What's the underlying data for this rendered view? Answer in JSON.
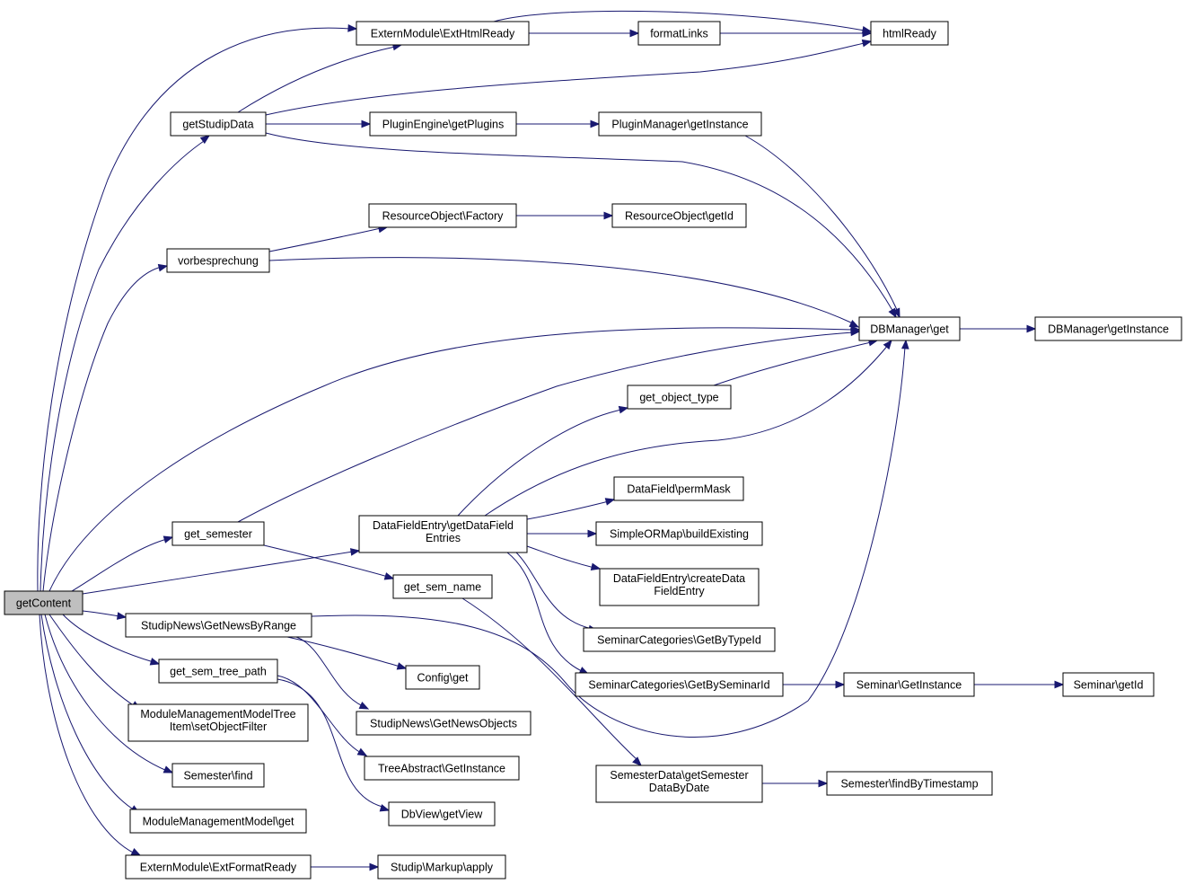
{
  "diagram": {
    "root": "getContent",
    "nodes": {
      "getContent": [
        "getContent"
      ],
      "ExternModuleExtHtmlReady": [
        "ExternModule\\ExtHtmlReady"
      ],
      "formatLinks": [
        "formatLinks"
      ],
      "htmlReady": [
        "htmlReady"
      ],
      "getStudipData": [
        "getStudipData"
      ],
      "PluginEngineGetPlugins": [
        "PluginEngine\\getPlugins"
      ],
      "PluginManagerGetInstance": [
        "PluginManager\\getInstance"
      ],
      "ResourceObjectFactory": [
        "ResourceObject\\Factory"
      ],
      "ResourceObjectGetId": [
        "ResourceObject\\getId"
      ],
      "vorbesprechung": [
        "vorbesprechung"
      ],
      "DBManagerGet": [
        "DBManager\\get"
      ],
      "DBManagerGetInstance": [
        "DBManager\\getInstance"
      ],
      "getObjectType": [
        "get_object_type"
      ],
      "DataFieldPermMask": [
        "DataField\\permMask"
      ],
      "DataFieldEntryGetDataFieldEntries": [
        "DataFieldEntry\\getDataField",
        "Entries"
      ],
      "SimpleORMapBuildExisting": [
        "SimpleORMap\\buildExisting"
      ],
      "getSemester": [
        "get_semester"
      ],
      "DataFieldEntryCreateDataFieldEntry": [
        "DataFieldEntry\\createData",
        "FieldEntry"
      ],
      "getSemName": [
        "get_sem_name"
      ],
      "StudipNewsGetNewsByRange": [
        "StudipNews\\GetNewsByRange"
      ],
      "SeminarCategoriesGetByTypeId": [
        "SeminarCategories\\GetByTypeId"
      ],
      "getSemTreePath": [
        "get_sem_tree_path"
      ],
      "ConfigGet": [
        "Config\\get"
      ],
      "SeminarCategoriesGetBySeminarId": [
        "SeminarCategories\\GetBySeminarId"
      ],
      "SeminarGetInstance": [
        "Seminar\\GetInstance"
      ],
      "SeminarGetId": [
        "Seminar\\getId"
      ],
      "ModuleManagementModelTreeItemSetObjectFilter": [
        "ModuleManagementModelTree",
        "Item\\setObjectFilter"
      ],
      "StudipNewsGetNewsObjects": [
        "StudipNews\\GetNewsObjects"
      ],
      "TreeAbstractGetInstance": [
        "TreeAbstract\\GetInstance"
      ],
      "SemesterDataGetSemesterDataByDate": [
        "SemesterData\\getSemester",
        "DataByDate"
      ],
      "SemesterFindByTimestamp": [
        "Semester\\findByTimestamp"
      ],
      "SemesterFind": [
        "Semester\\find"
      ],
      "DbViewGetView": [
        "DbView\\getView"
      ],
      "ModuleManagementModelGet": [
        "ModuleManagementModel\\get"
      ],
      "ExternModuleExtFormatReady": [
        "ExternModule\\ExtFormatReady"
      ],
      "StudipMarkupApply": [
        "Studip\\Markup\\apply"
      ]
    },
    "edges": [
      [
        "getContent",
        "ExternModuleExtHtmlReady"
      ],
      [
        "getContent",
        "getStudipData"
      ],
      [
        "getContent",
        "vorbesprechung"
      ],
      [
        "getContent",
        "DBManagerGet"
      ],
      [
        "getContent",
        "getSemester"
      ],
      [
        "getContent",
        "DataFieldEntryGetDataFieldEntries"
      ],
      [
        "getContent",
        "StudipNewsGetNewsByRange"
      ],
      [
        "getContent",
        "getSemTreePath"
      ],
      [
        "getContent",
        "ModuleManagementModelTreeItemSetObjectFilter"
      ],
      [
        "getContent",
        "SemesterFind"
      ],
      [
        "getContent",
        "ModuleManagementModelGet"
      ],
      [
        "getContent",
        "ExternModuleExtFormatReady"
      ],
      [
        "ExternModuleExtHtmlReady",
        "formatLinks"
      ],
      [
        "ExternModuleExtHtmlReady",
        "htmlReady"
      ],
      [
        "formatLinks",
        "htmlReady"
      ],
      [
        "getStudipData",
        "ExternModuleExtHtmlReady"
      ],
      [
        "getStudipData",
        "htmlReady"
      ],
      [
        "getStudipData",
        "PluginEngineGetPlugins"
      ],
      [
        "getStudipData",
        "DBManagerGet"
      ],
      [
        "PluginEngineGetPlugins",
        "PluginManagerGetInstance"
      ],
      [
        "PluginManagerGetInstance",
        "DBManagerGet"
      ],
      [
        "vorbesprechung",
        "ResourceObjectFactory"
      ],
      [
        "vorbesprechung",
        "DBManagerGet"
      ],
      [
        "ResourceObjectFactory",
        "ResourceObjectGetId"
      ],
      [
        "DBManagerGet",
        "DBManagerGetInstance"
      ],
      [
        "getSemester",
        "DBManagerGet"
      ],
      [
        "getSemester",
        "getSemName"
      ],
      [
        "getObjectType",
        "DBManagerGet"
      ],
      [
        "DataFieldEntryGetDataFieldEntries",
        "getObjectType"
      ],
      [
        "DataFieldEntryGetDataFieldEntries",
        "DBManagerGet"
      ],
      [
        "DataFieldEntryGetDataFieldEntries",
        "DataFieldPermMask"
      ],
      [
        "DataFieldEntryGetDataFieldEntries",
        "SimpleORMapBuildExisting"
      ],
      [
        "DataFieldEntryGetDataFieldEntries",
        "DataFieldEntryCreateDataFieldEntry"
      ],
      [
        "DataFieldEntryGetDataFieldEntries",
        "SeminarCategoriesGetByTypeId"
      ],
      [
        "DataFieldEntryGetDataFieldEntries",
        "SeminarCategoriesGetBySeminarId"
      ],
      [
        "getSemName",
        "SemesterDataGetSemesterDataByDate"
      ],
      [
        "StudipNewsGetNewsByRange",
        "DBManagerGet"
      ],
      [
        "StudipNewsGetNewsByRange",
        "ConfigGet"
      ],
      [
        "StudipNewsGetNewsByRange",
        "StudipNewsGetNewsObjects"
      ],
      [
        "getSemTreePath",
        "TreeAbstractGetInstance"
      ],
      [
        "getSemTreePath",
        "DbViewGetView"
      ],
      [
        "SeminarCategoriesGetBySeminarId",
        "SeminarGetInstance"
      ],
      [
        "SeminarGetInstance",
        "SeminarGetId"
      ],
      [
        "SemesterDataGetSemesterDataByDate",
        "SemesterFindByTimestamp"
      ],
      [
        "ExternModuleExtFormatReady",
        "StudipMarkupApply"
      ]
    ]
  }
}
